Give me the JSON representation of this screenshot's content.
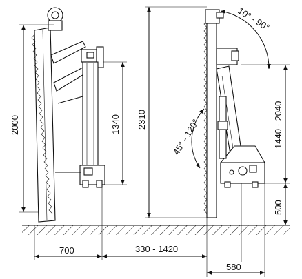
{
  "dimensions": {
    "height_left_total": "2000",
    "height_left_upper": "1340",
    "height_right_total": "2310",
    "height_right_upper": "1440 - 2040",
    "height_right_base": "500",
    "width_left": "700",
    "width_middle": "330  - 1420",
    "width_right": "580"
  },
  "angles": {
    "upper": "10° - 90°",
    "lower": "45° - 120°"
  }
}
